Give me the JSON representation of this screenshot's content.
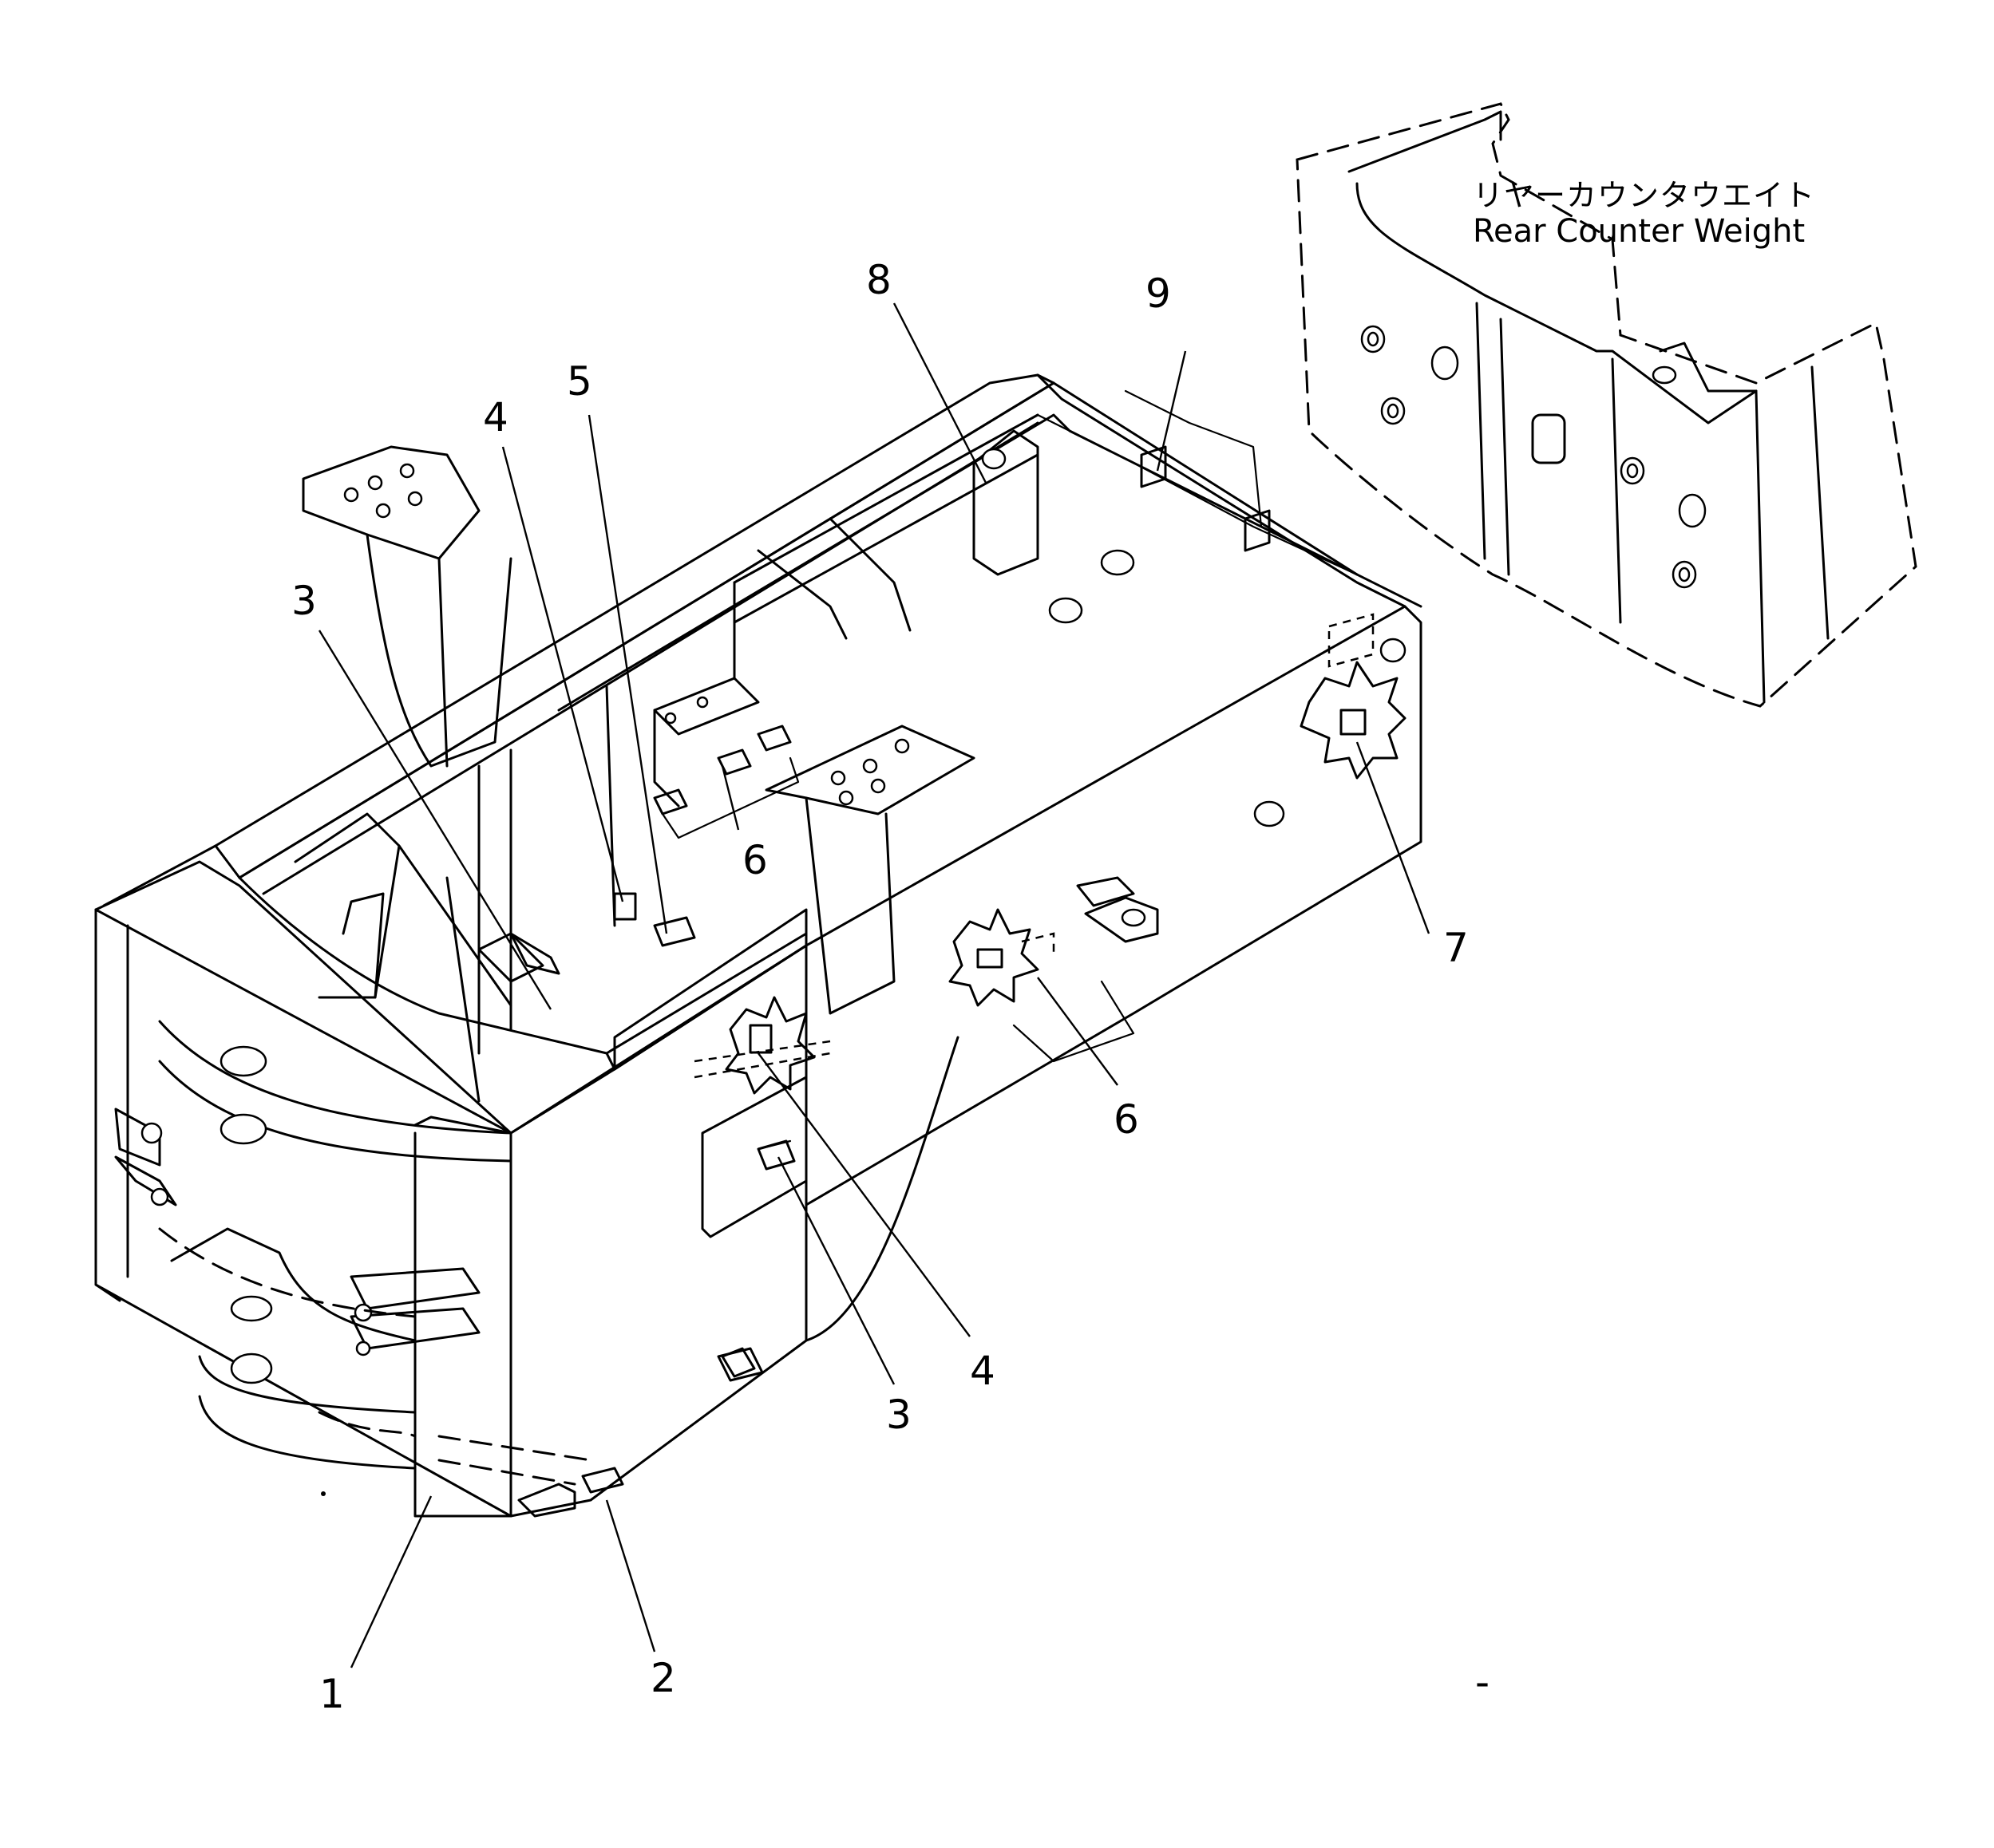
{
  "diagram": {
    "callouts": {
      "c1": "1",
      "c2": "2",
      "c3_upper": "3",
      "c3_lower": "3",
      "c4_upper": "4",
      "c4_lower": "4",
      "c5": "5",
      "c6_upper": "6",
      "c6_lower": "6",
      "c7": "7",
      "c8": "8",
      "c9": "9"
    },
    "counterweight": {
      "label_jp": "リヤーカウンタウエイト",
      "label_en": "Rear Counter Weight"
    },
    "stray_mark": "-"
  }
}
